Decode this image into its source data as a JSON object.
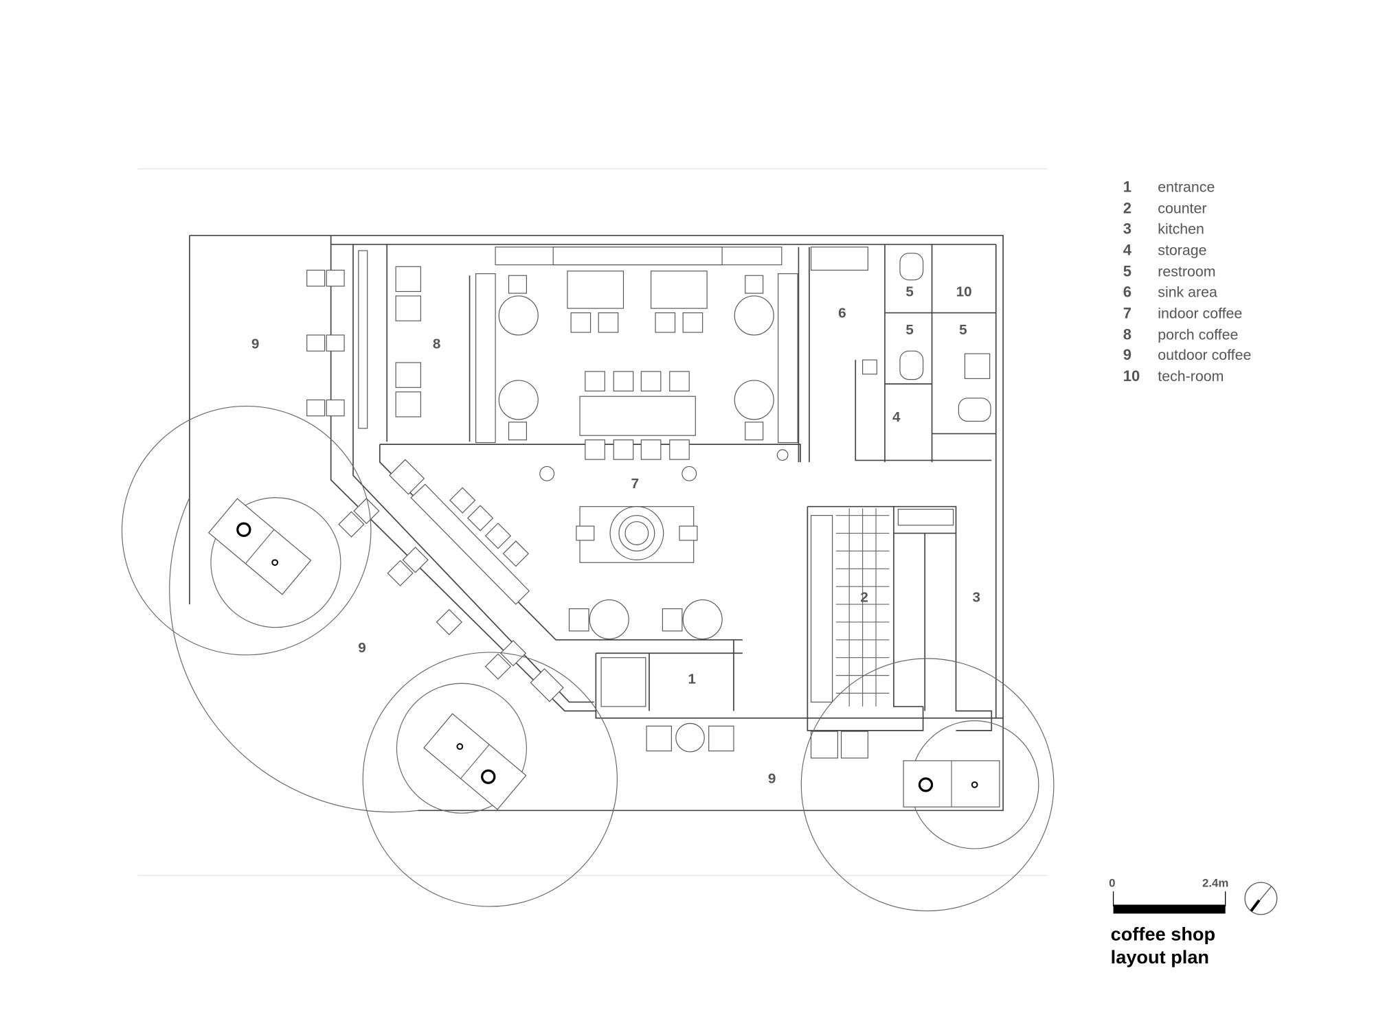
{
  "legend": [
    {
      "num": "1",
      "label": "entrance"
    },
    {
      "num": "2",
      "label": "counter"
    },
    {
      "num": "3",
      "label": "kitchen"
    },
    {
      "num": "4",
      "label": "storage"
    },
    {
      "num": "5",
      "label": "restroom"
    },
    {
      "num": "6",
      "label": "sink area"
    },
    {
      "num": "7",
      "label": "indoor coffee"
    },
    {
      "num": "8",
      "label": "porch coffee"
    },
    {
      "num": "9",
      "label": "outdoor coffee"
    },
    {
      "num": "10",
      "label": "tech-room"
    }
  ],
  "room_labels": {
    "outdoor_nw": "9",
    "porch": "8",
    "indoor": "7",
    "sink": "6",
    "restroom_a": "5",
    "techroom": "10",
    "restroom_b": "5",
    "restroom_c": "5",
    "storage": "4",
    "counter": "2",
    "kitchen": "3",
    "entrance": "1",
    "outdoor_sw": "9",
    "outdoor_s": "9"
  },
  "scale_bar": {
    "start": "0",
    "end": "2.4m"
  },
  "title": {
    "line1": "coffee shop",
    "line2": "layout plan"
  },
  "icons": {
    "north_arrow": "north-arrow-icon"
  }
}
